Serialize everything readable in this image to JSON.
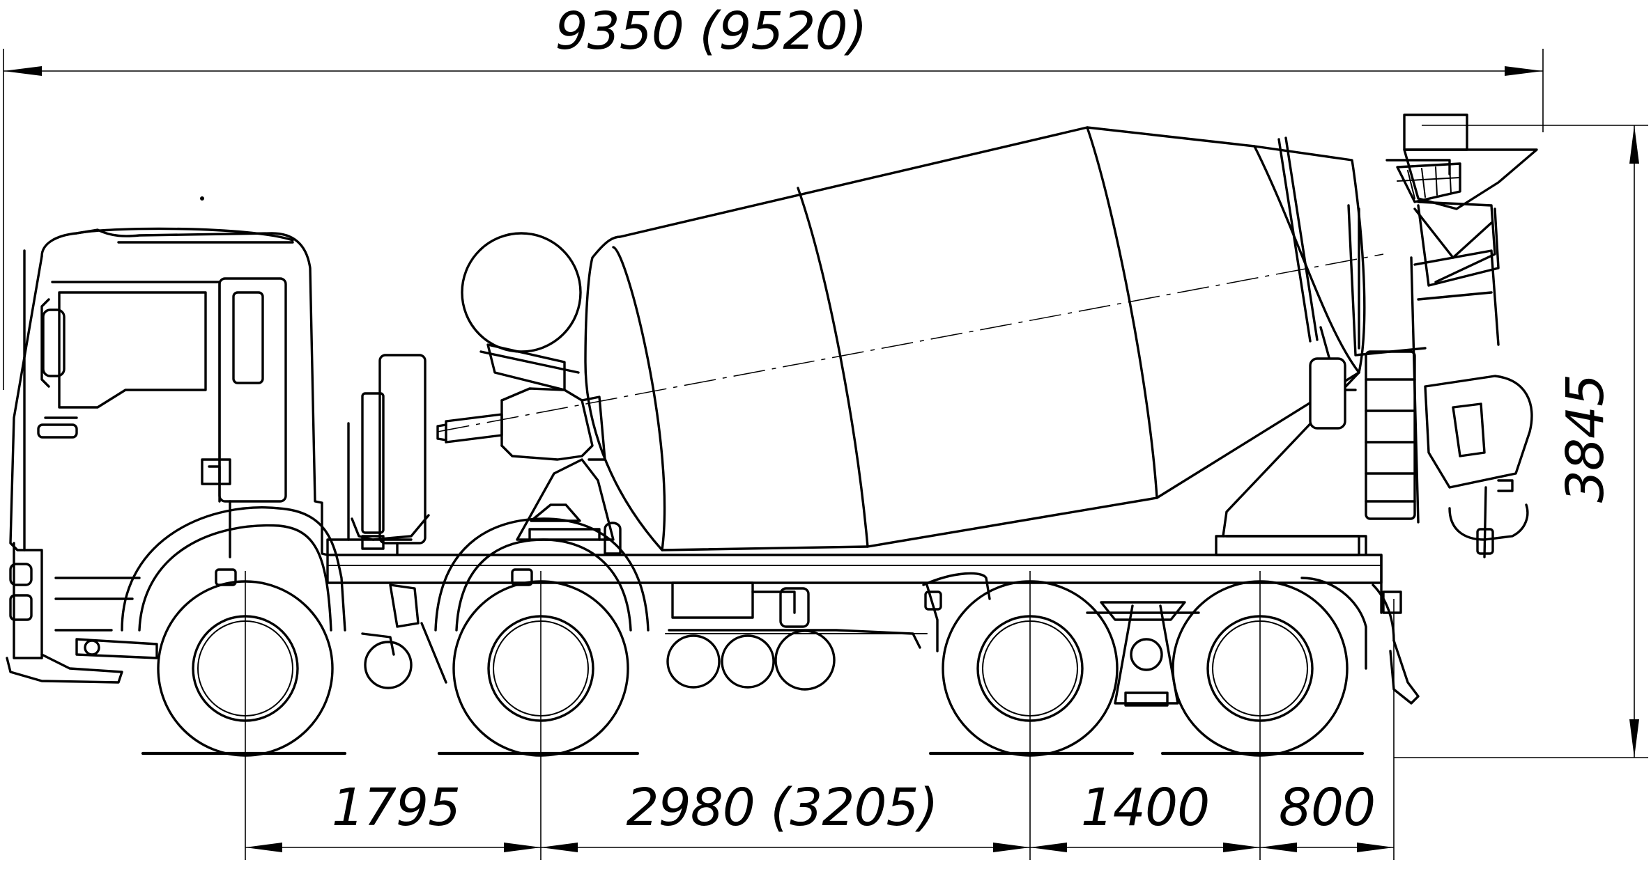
{
  "diagram": {
    "subject": "concrete-mixer-truck-side-elevation",
    "dimensions": {
      "overall_length": "9350 (9520)",
      "overall_height": "3845",
      "front_overhang_to_axle2": "1795",
      "axle2_to_axle3": "2980 (3205)",
      "axle3_to_axle4": "1400",
      "rear_overhang": "800"
    },
    "colors": {
      "line": "#000000",
      "background": "#ffffff"
    }
  }
}
